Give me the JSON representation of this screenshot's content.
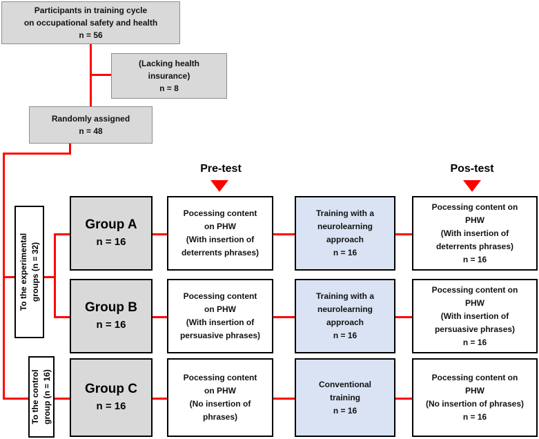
{
  "top": {
    "participants": {
      "l1": "Participants in training cycle",
      "l2": "on occupational safety and health",
      "l3": "n = 56"
    },
    "lacking": {
      "l1": "(Lacking health",
      "l2": "insurance)",
      "l3": "n = 8"
    },
    "random": {
      "l1": "Randomly assigned",
      "l2": "n = 48"
    }
  },
  "phases": {
    "pre": "Pre-test",
    "post": "Pos-test"
  },
  "side_labels": {
    "experimental": {
      "l1": "To the experimental",
      "l2": "groups (n = 32)"
    },
    "control": {
      "l1": "To the control",
      "l2": "group (n = 16)"
    }
  },
  "groups": [
    {
      "name": "Group A",
      "n": "n = 16",
      "pre": [
        "Pocessing content",
        "on PHW",
        "(With insertion of",
        "deterrents phrases)"
      ],
      "training": [
        "Training with a",
        "neurolearning",
        "approach",
        "n = 16"
      ],
      "post": [
        "Pocessing content on",
        "PHW",
        "(With insertion of",
        "deterrents phrases)",
        "n = 16"
      ]
    },
    {
      "name": "Group B",
      "n": "n = 16",
      "pre": [
        "Pocessing content",
        "on PHW",
        "(With insertion of",
        "persuasive phrases)"
      ],
      "training": [
        "Training with a",
        "neurolearning",
        "approach",
        "n = 16"
      ],
      "post": [
        "Pocessing content on",
        "PHW",
        "(With insertion of",
        "persuasive phrases)",
        "n = 16"
      ]
    },
    {
      "name": "Group C",
      "n": "n = 16",
      "pre": [
        "Pocessing content",
        "on PHW",
        "(No insertion of",
        "phrases)"
      ],
      "training": [
        "Conventional",
        "training",
        "n = 16"
      ],
      "post": [
        "Pocessing content on",
        "PHW",
        "(No insertion of phrases)",
        "n = 16"
      ]
    }
  ],
  "colors": {
    "connector": "#ff0000",
    "group_fill": "#d9d9d9",
    "training_fill": "#dae3f3"
  }
}
